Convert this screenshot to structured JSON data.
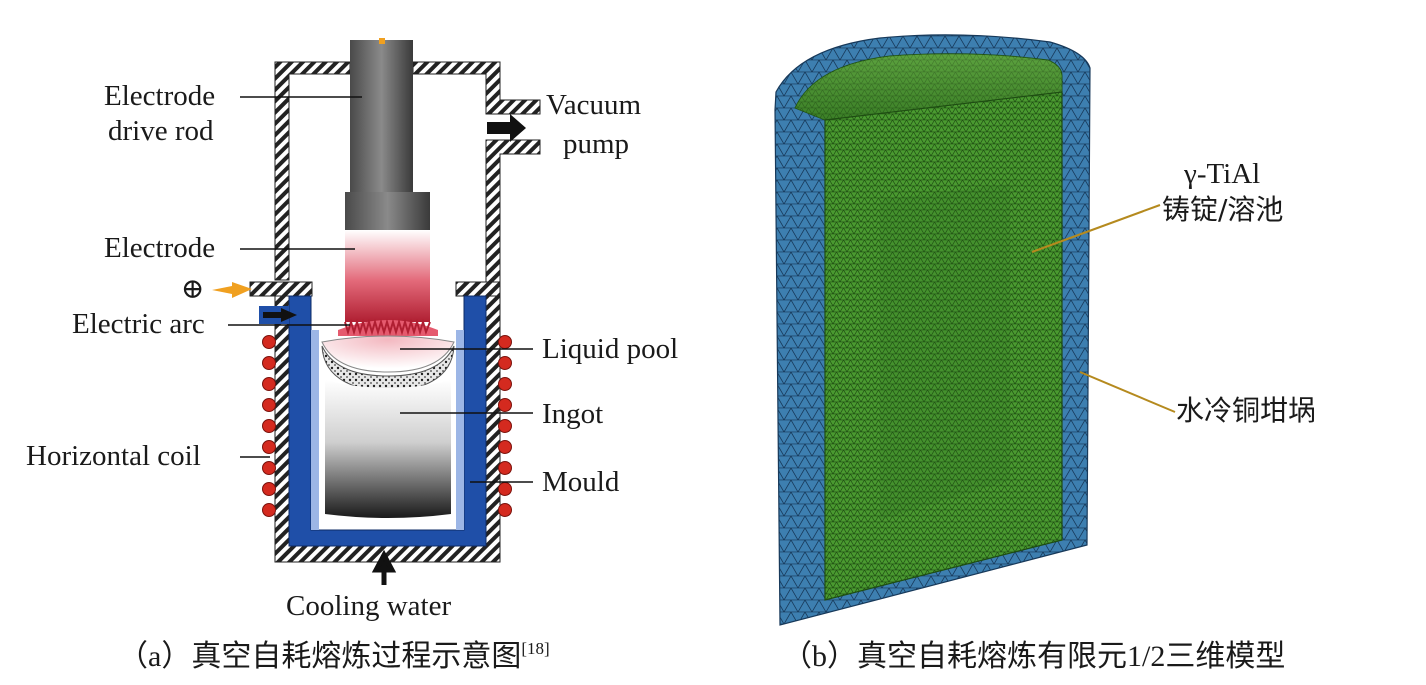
{
  "panel_a": {
    "labels": {
      "electrode_drive_rod_line1": "Electrode",
      "electrode_drive_rod_line2": "drive rod",
      "vacuum_pump_line1": "Vacuum",
      "vacuum_pump_line2": "pump",
      "electrode": "Electrode",
      "electric_arc": "Electric arc",
      "liquid_pool": "Liquid pool",
      "ingot": "Ingot",
      "horizontal_coil": "Horizontal coil",
      "mould": "Mould",
      "cooling_water": "Cooling water",
      "plus_symbol": "⊕"
    },
    "caption": "（a）真空自耗熔炼过程示意图",
    "caption_ref": "[18]"
  },
  "panel_b": {
    "labels": {
      "ingot_line1": "γ-TiAl",
      "ingot_line2": "铸锭/溶池",
      "crucible": "水冷铜坩埚"
    },
    "caption": "（b）真空自耗熔炼有限元1/2三维模型"
  },
  "colors": {
    "mould_blue": "#1f4fa8",
    "coil_red": "#d42a1f",
    "arrow_orange": "#f0a020",
    "mesh_green": "#3f8a2a",
    "mesh_blue": "#2e6fa0",
    "leader_gold": "#b58a1e"
  }
}
